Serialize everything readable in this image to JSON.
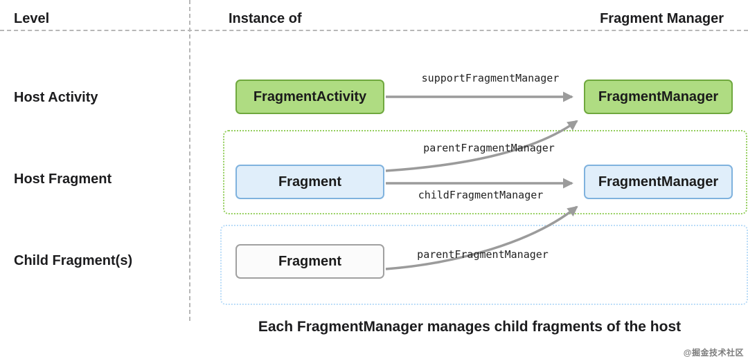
{
  "header": {
    "level": "Level",
    "instance_of": "Instance of",
    "fragment_manager": "Fragment Manager"
  },
  "rows": [
    {
      "label": "Host Activity",
      "box_label": "FragmentActivity",
      "manager_label": "FragmentManager",
      "arrow_label": "supportFragmentManager"
    },
    {
      "label": "Host Fragment",
      "box_label": "Fragment",
      "manager_label": "FragmentManager",
      "arrow_label_parent": "parentFragmentManager",
      "arrow_label_child": "childFragmentManager"
    },
    {
      "label": "Child Fragment(s)",
      "box_label": "Fragment",
      "arrow_label_parent": "parentFragmentManager"
    }
  ],
  "caption": "Each FragmentManager manages child fragments of the host",
  "watermark": "@掘金技术社区",
  "colors": {
    "green_fill": "#afdc82",
    "green_border": "#6fa83e",
    "blue_fill": "#e0eefa",
    "blue_border": "#7fb2de",
    "white_fill": "#fbfbfb",
    "white_border": "#a0a0a0",
    "green_dotted_container": "#94ce5d",
    "blue_dotted_container": "#b9dcf8",
    "arrow": "#9b9b9b",
    "dashed_rule": "#b7b7b7",
    "text": "#1c1c1e"
  }
}
